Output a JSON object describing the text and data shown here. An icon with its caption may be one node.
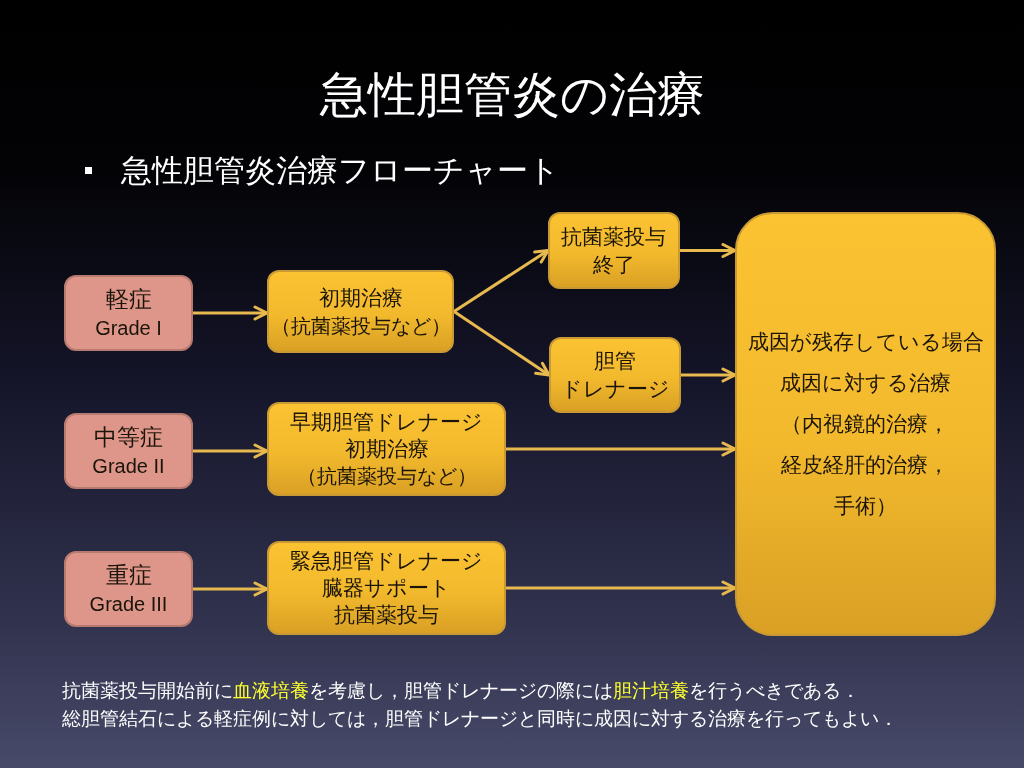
{
  "diagram": {
    "title": "急性胆管炎の治療",
    "nodes": [
      {
        "text": [
          "軽症",
          "Grade I"
        ]
      },
      {
        "text": [
          "初期治療",
          "（抗菌薬投与など）"
        ]
      },
      {
        "text": [
          "抗菌薬投与終了"
        ]
      },
      {
        "text": [
          "胆管",
          "ドレナージ"
        ]
      },
      {
        "text": [
          "中等症",
          "Grade II"
        ]
      },
      {
        "text": [
          "早期胆管ドレナージ",
          "初期治療",
          "（抗菌薬投与など）"
        ]
      },
      {
        "text": [
          "重症",
          "Grade III"
        ]
      },
      {
        "text": [
          "緊急胆管ドレナージ",
          "臓器サポート",
          "抗菌薬投与"
        ]
      },
      {
        "text": [
          "成因が残存している場合",
          "成因に対する治療",
          "（内視鏡的治療，経皮経肝的治療，手術）"
        ]
      }
    ],
    "edges": [
      {
        "from": 0,
        "to": 1,
        "arrow": "to"
      },
      {
        "from": 1,
        "to": 2,
        "arrow": "to"
      },
      {
        "from": 1,
        "to": 3,
        "arrow": "to"
      },
      {
        "from": 2,
        "to": 8,
        "arrow": "to"
      },
      {
        "from": 3,
        "to": 8,
        "arrow": "to"
      },
      {
        "from": 4,
        "to": 5,
        "arrow": "to"
      },
      {
        "from": 5,
        "to": 8,
        "arrow": "to"
      },
      {
        "from": 6,
        "to": 7,
        "arrow": "to"
      },
      {
        "from": 7,
        "to": 8,
        "arrow": "to"
      }
    ],
    "labels": [
      "急性胆管炎治療フローチャート",
      "抗菌薬投与開始前に**血液培養**を考慮し，胆管ドレナージの際には**胆汁培養**を行うべきである．",
      "総胆管結石による軽症例に対しては，胆管ドレナージと同時に成因に対する治療を行ってもよい．"
    ]
  }
}
